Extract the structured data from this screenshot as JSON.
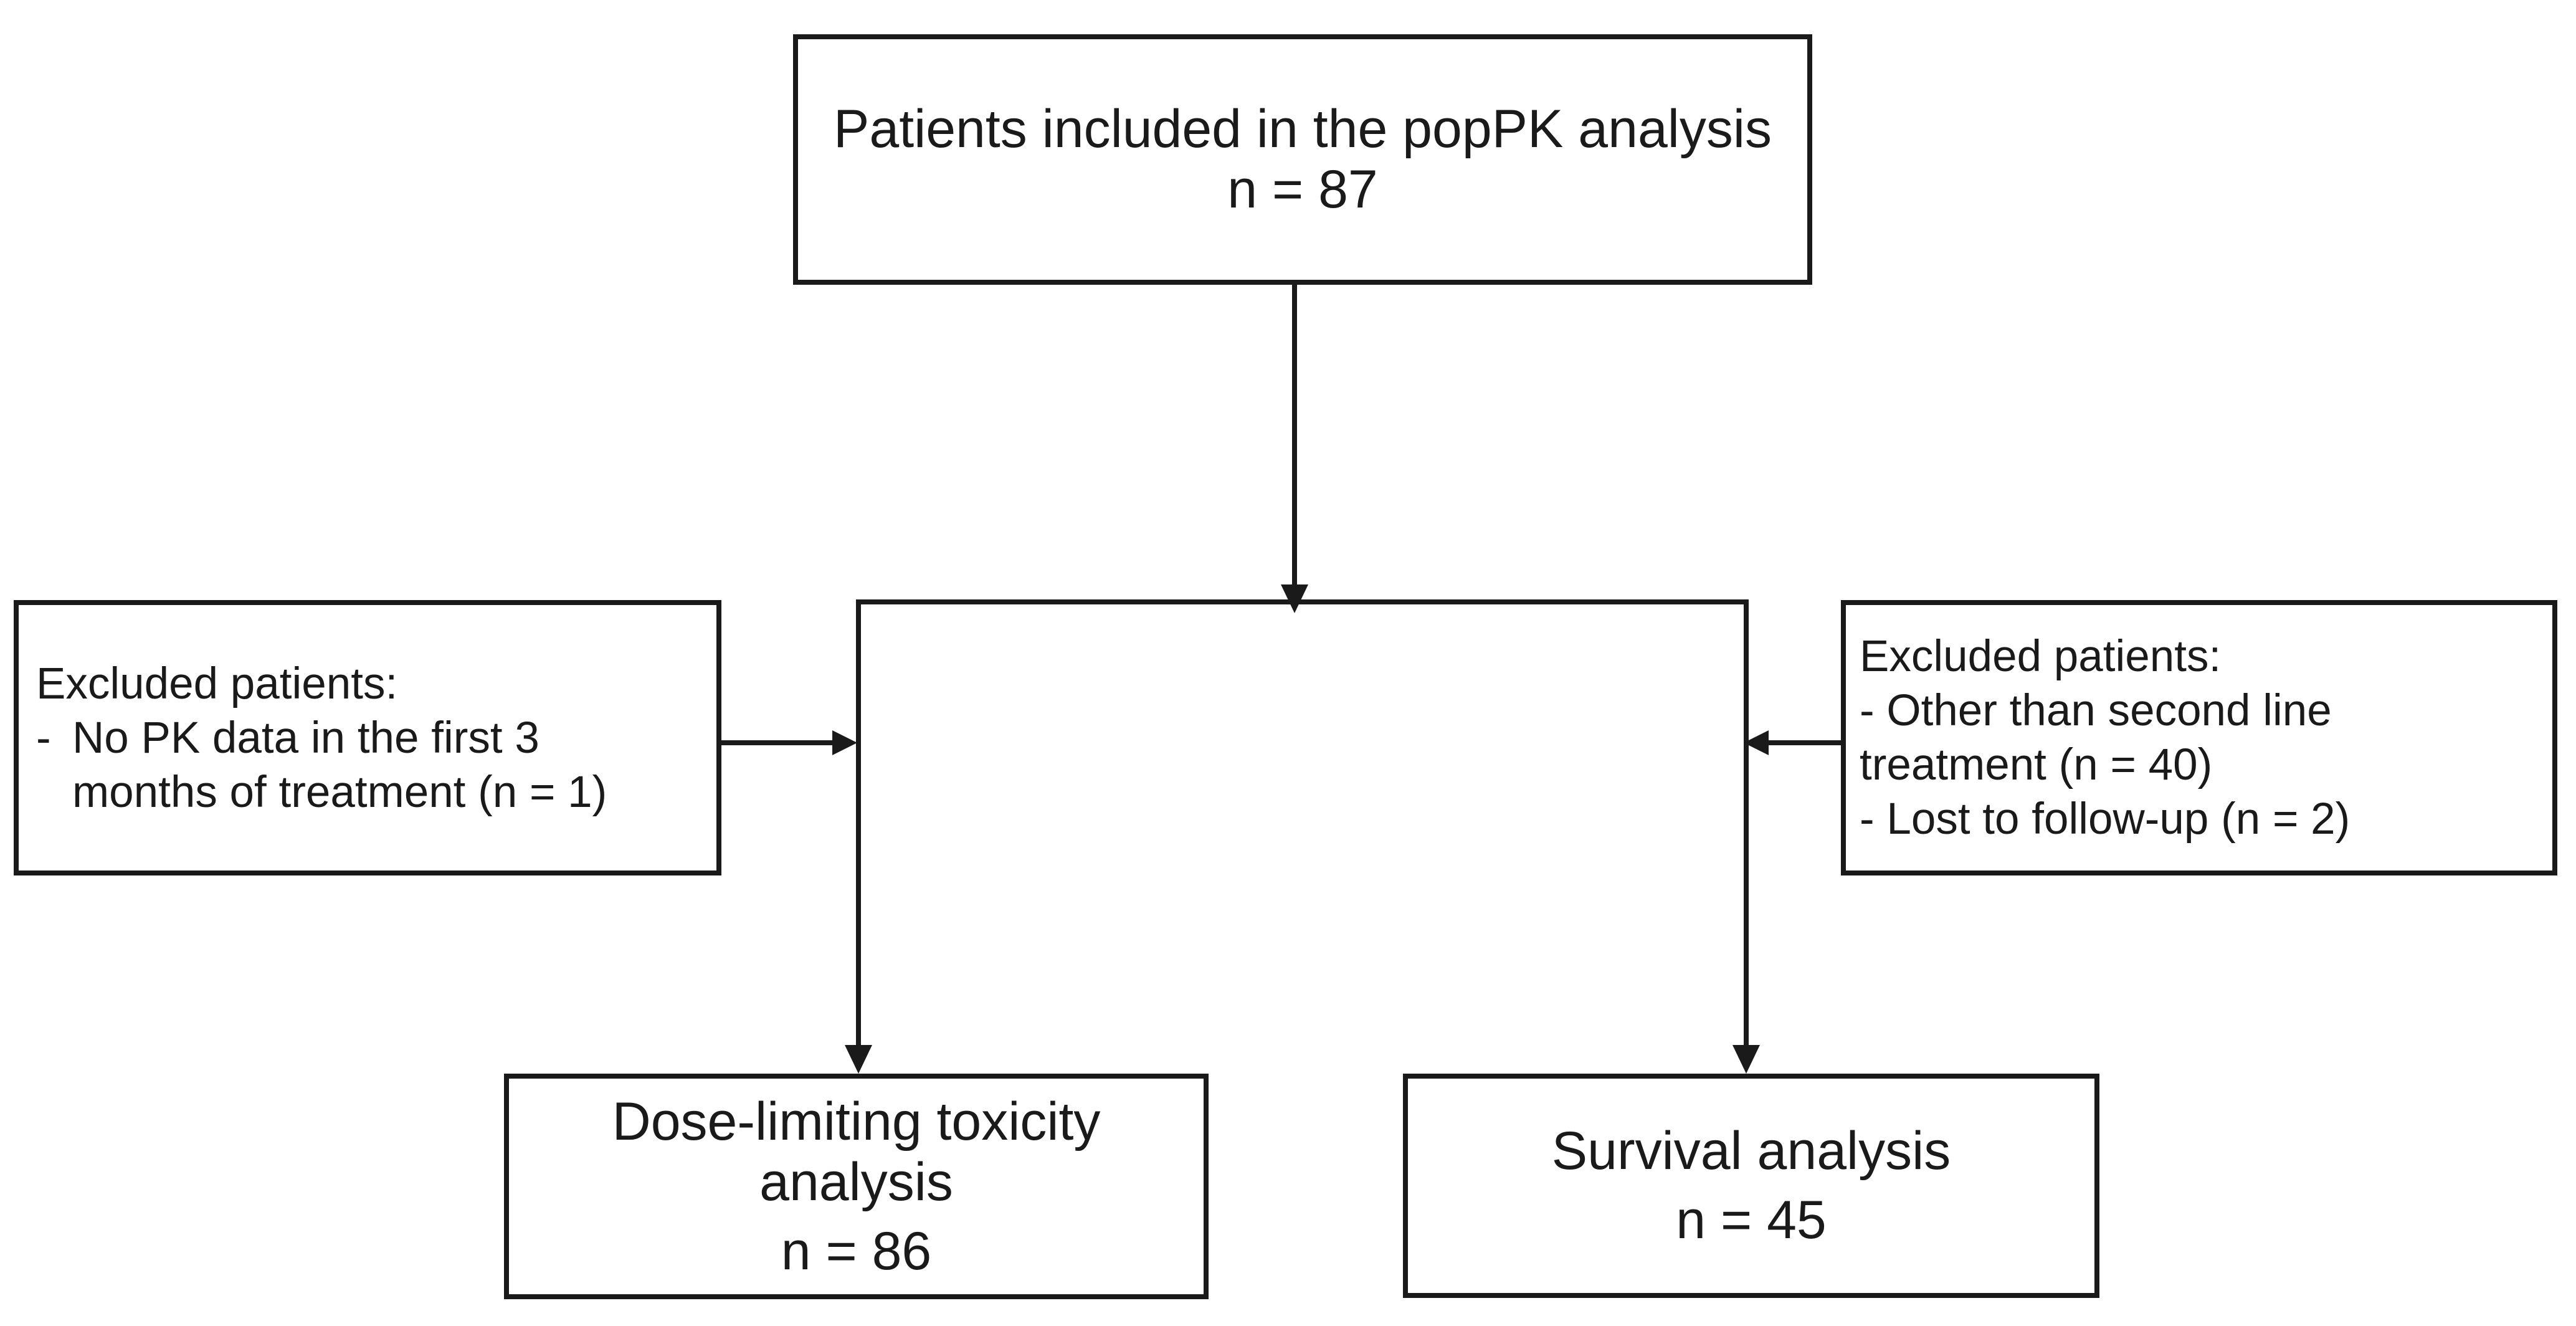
{
  "colors": {
    "ink": "#1a1a1a",
    "background": "#ffffff"
  },
  "flowchart": {
    "top_box": {
      "line1": "Patients included in the popPK analysis",
      "line2": "n = 87"
    },
    "left_exclusion_box": {
      "title": "Excluded patients:",
      "bullet_dash": "-",
      "bullet_line1": "No PK data in the first 3",
      "bullet_line2": "months of treatment (n = 1)"
    },
    "right_exclusion_box": {
      "line1": "Excluded patients:",
      "line2": "- Other than second line",
      "line3": "treatment (n = 40)",
      "line4": "- Lost to follow-up (n = 2)"
    },
    "bottom_left_box": {
      "line1": "Dose-limiting toxicity",
      "line2": "analysis",
      "line3": "n = 86"
    },
    "bottom_right_box": {
      "line1": "Survival analysis",
      "line2": "n = 45"
    }
  }
}
